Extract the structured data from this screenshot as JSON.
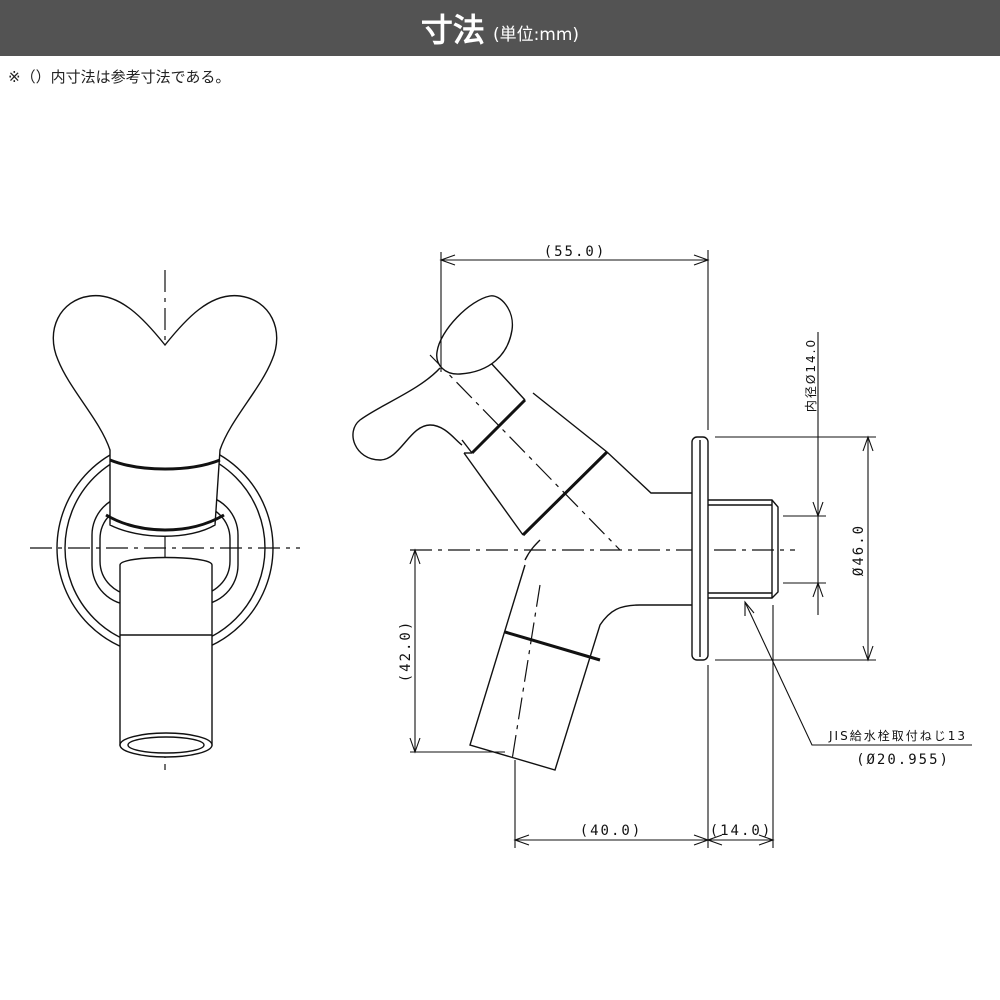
{
  "header": {
    "title": "寸法",
    "unit": "(単位:mm)",
    "background": "#535353"
  },
  "note": "※（）内寸法は参考寸法である。",
  "dimensions": {
    "overall_width": "(55.0)",
    "height": "(42.0)",
    "spout_offset": "(40.0)",
    "thread_length": "(14.0)",
    "flange_diameter": "Ø46.0",
    "inner_diameter": "内径Ø14.0",
    "thread_name": "JIS給水栓取付ねじ13",
    "thread_diameter": "(Ø20.955)"
  }
}
